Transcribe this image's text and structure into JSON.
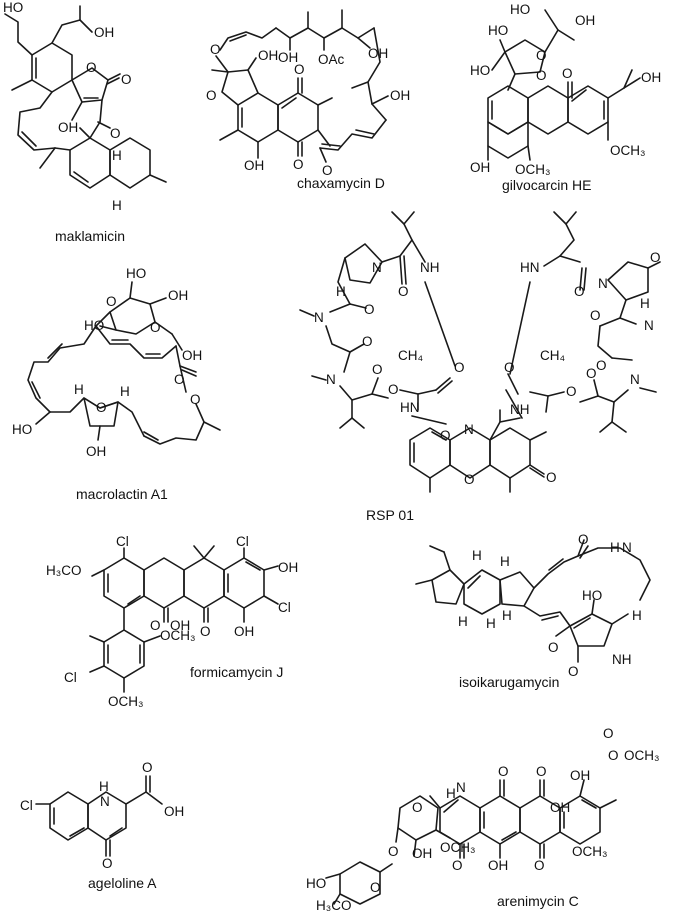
{
  "compounds": {
    "maklamicin": "maklamicin",
    "chaxamycin_d": "chaxamycin D",
    "gilvocarcin_he": "gilvocarcin HE",
    "macrolactin_a1": "macrolactin A1",
    "rsp01": "RSP 01",
    "formicamycin_j": "formicamycin J",
    "isoikarugamycin": "isoikarugamycin",
    "ageloline_a": "ageloline A",
    "arenimycin_c": "arenimycin C"
  },
  "atoms": {
    "oh": "OH",
    "ho": "HO",
    "o": "O",
    "oac": "OAc",
    "h": "H",
    "nh": "NH",
    "hn": "HN",
    "n": "N",
    "h_nh": "H",
    "ch4": "CH₄",
    "och3": "OCH₃",
    "h3co": "H₃CO",
    "h3co_slash": "H₃CO",
    "cl": "Cl",
    "oh_sub": "OH"
  },
  "icons": {
    "structure": "chemical-structure-drawing"
  }
}
